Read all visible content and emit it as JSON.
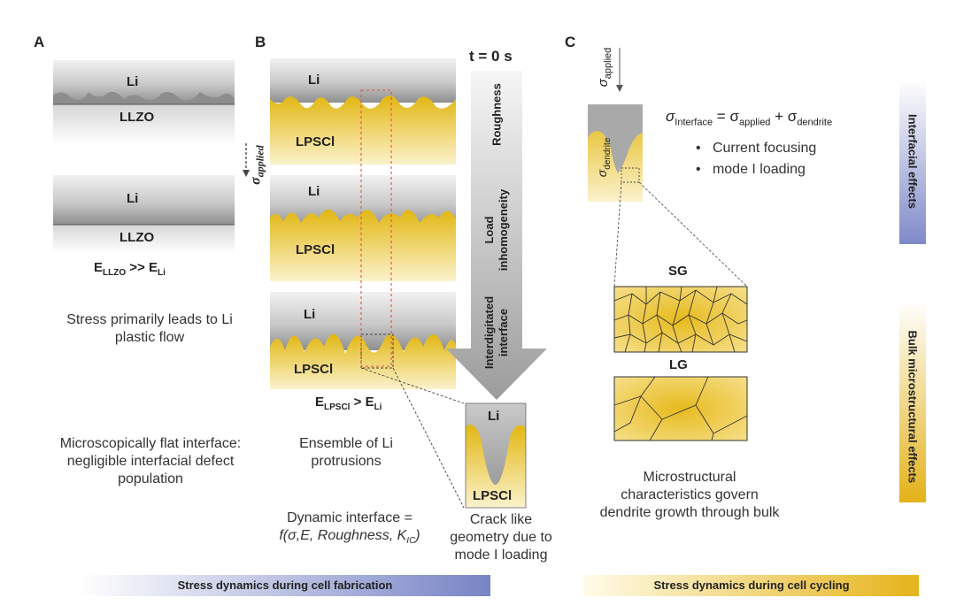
{
  "panels": {
    "a": {
      "letter": "A",
      "li_label": "Li",
      "llzo_label": "LLZO",
      "modulus_main": "E",
      "modulus_sub1": "LLZO",
      "modulus_op": " >> E",
      "modulus_sub2": "Li",
      "caption1": "Stress primarily leads to Li plastic flow",
      "caption2": "Microscopically flat interface: negligible interfacial defect population",
      "stress_symbol": "σ",
      "stress_sub": "applied"
    },
    "b": {
      "letter": "B",
      "li_label": "Li",
      "lpscl_label": "LPSCl",
      "modulus_main": "E",
      "modulus_sub1": "LPSCl",
      "modulus_op": " > E",
      "modulus_sub2": "Li",
      "caption1": "Ensemble of Li protrusions",
      "caption2_line1": "Dynamic interface =",
      "caption2_line2": "f(σ,E, Roughness, K",
      "caption2_sub": "IC",
      "caption2_end": ")",
      "time_label": "t = 0 s",
      "arrow_stages": [
        "Roughness",
        "Load inhomogeneity",
        "Interdigitated interface"
      ],
      "zoom_li": "Li",
      "zoom_lpscl": "LPSCl",
      "crack_caption": "Crack like geometry due to mode I loading"
    },
    "c": {
      "letter": "C",
      "sigma_applied_sub": "applied",
      "sigma_dendrite_sub": "dendrite",
      "equation_parts": [
        "σ",
        "Interface",
        " = σ",
        "applied",
        " + σ",
        "dendrite"
      ],
      "bullets": [
        "Current focusing",
        "mode I loading"
      ],
      "sg_label": "SG",
      "lg_label": "LG",
      "caption": "Microstructural characteristics govern dendrite growth through bulk",
      "side_label_top": "Interfacial effects",
      "side_label_bottom": "Bulk microstructural effects"
    }
  },
  "bars": {
    "fabrication": "Stress dynamics during cell fabrication",
    "cycling": "Stress dynamics during cell cycling"
  },
  "colors": {
    "gold": "#e6bd1f",
    "blue": "#7a85c8",
    "grey": "#a7a7a7"
  }
}
